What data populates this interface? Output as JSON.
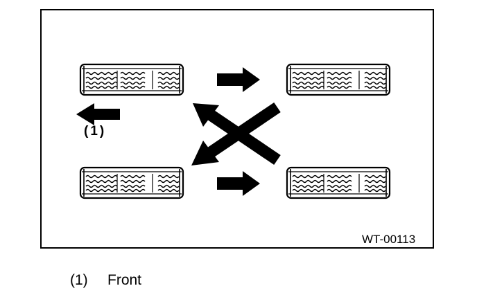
{
  "figure": {
    "id": "WT-00113",
    "callout_marker": "(1)"
  },
  "legend": {
    "items": [
      {
        "key": "(1)",
        "label": "Front"
      }
    ]
  },
  "icons": {
    "tire": "tire-tread-icon",
    "arrow_straight": "arrow-right-icon",
    "arrow_front": "arrow-left-icon",
    "arrow_cross": "cross-arrow-icon"
  }
}
